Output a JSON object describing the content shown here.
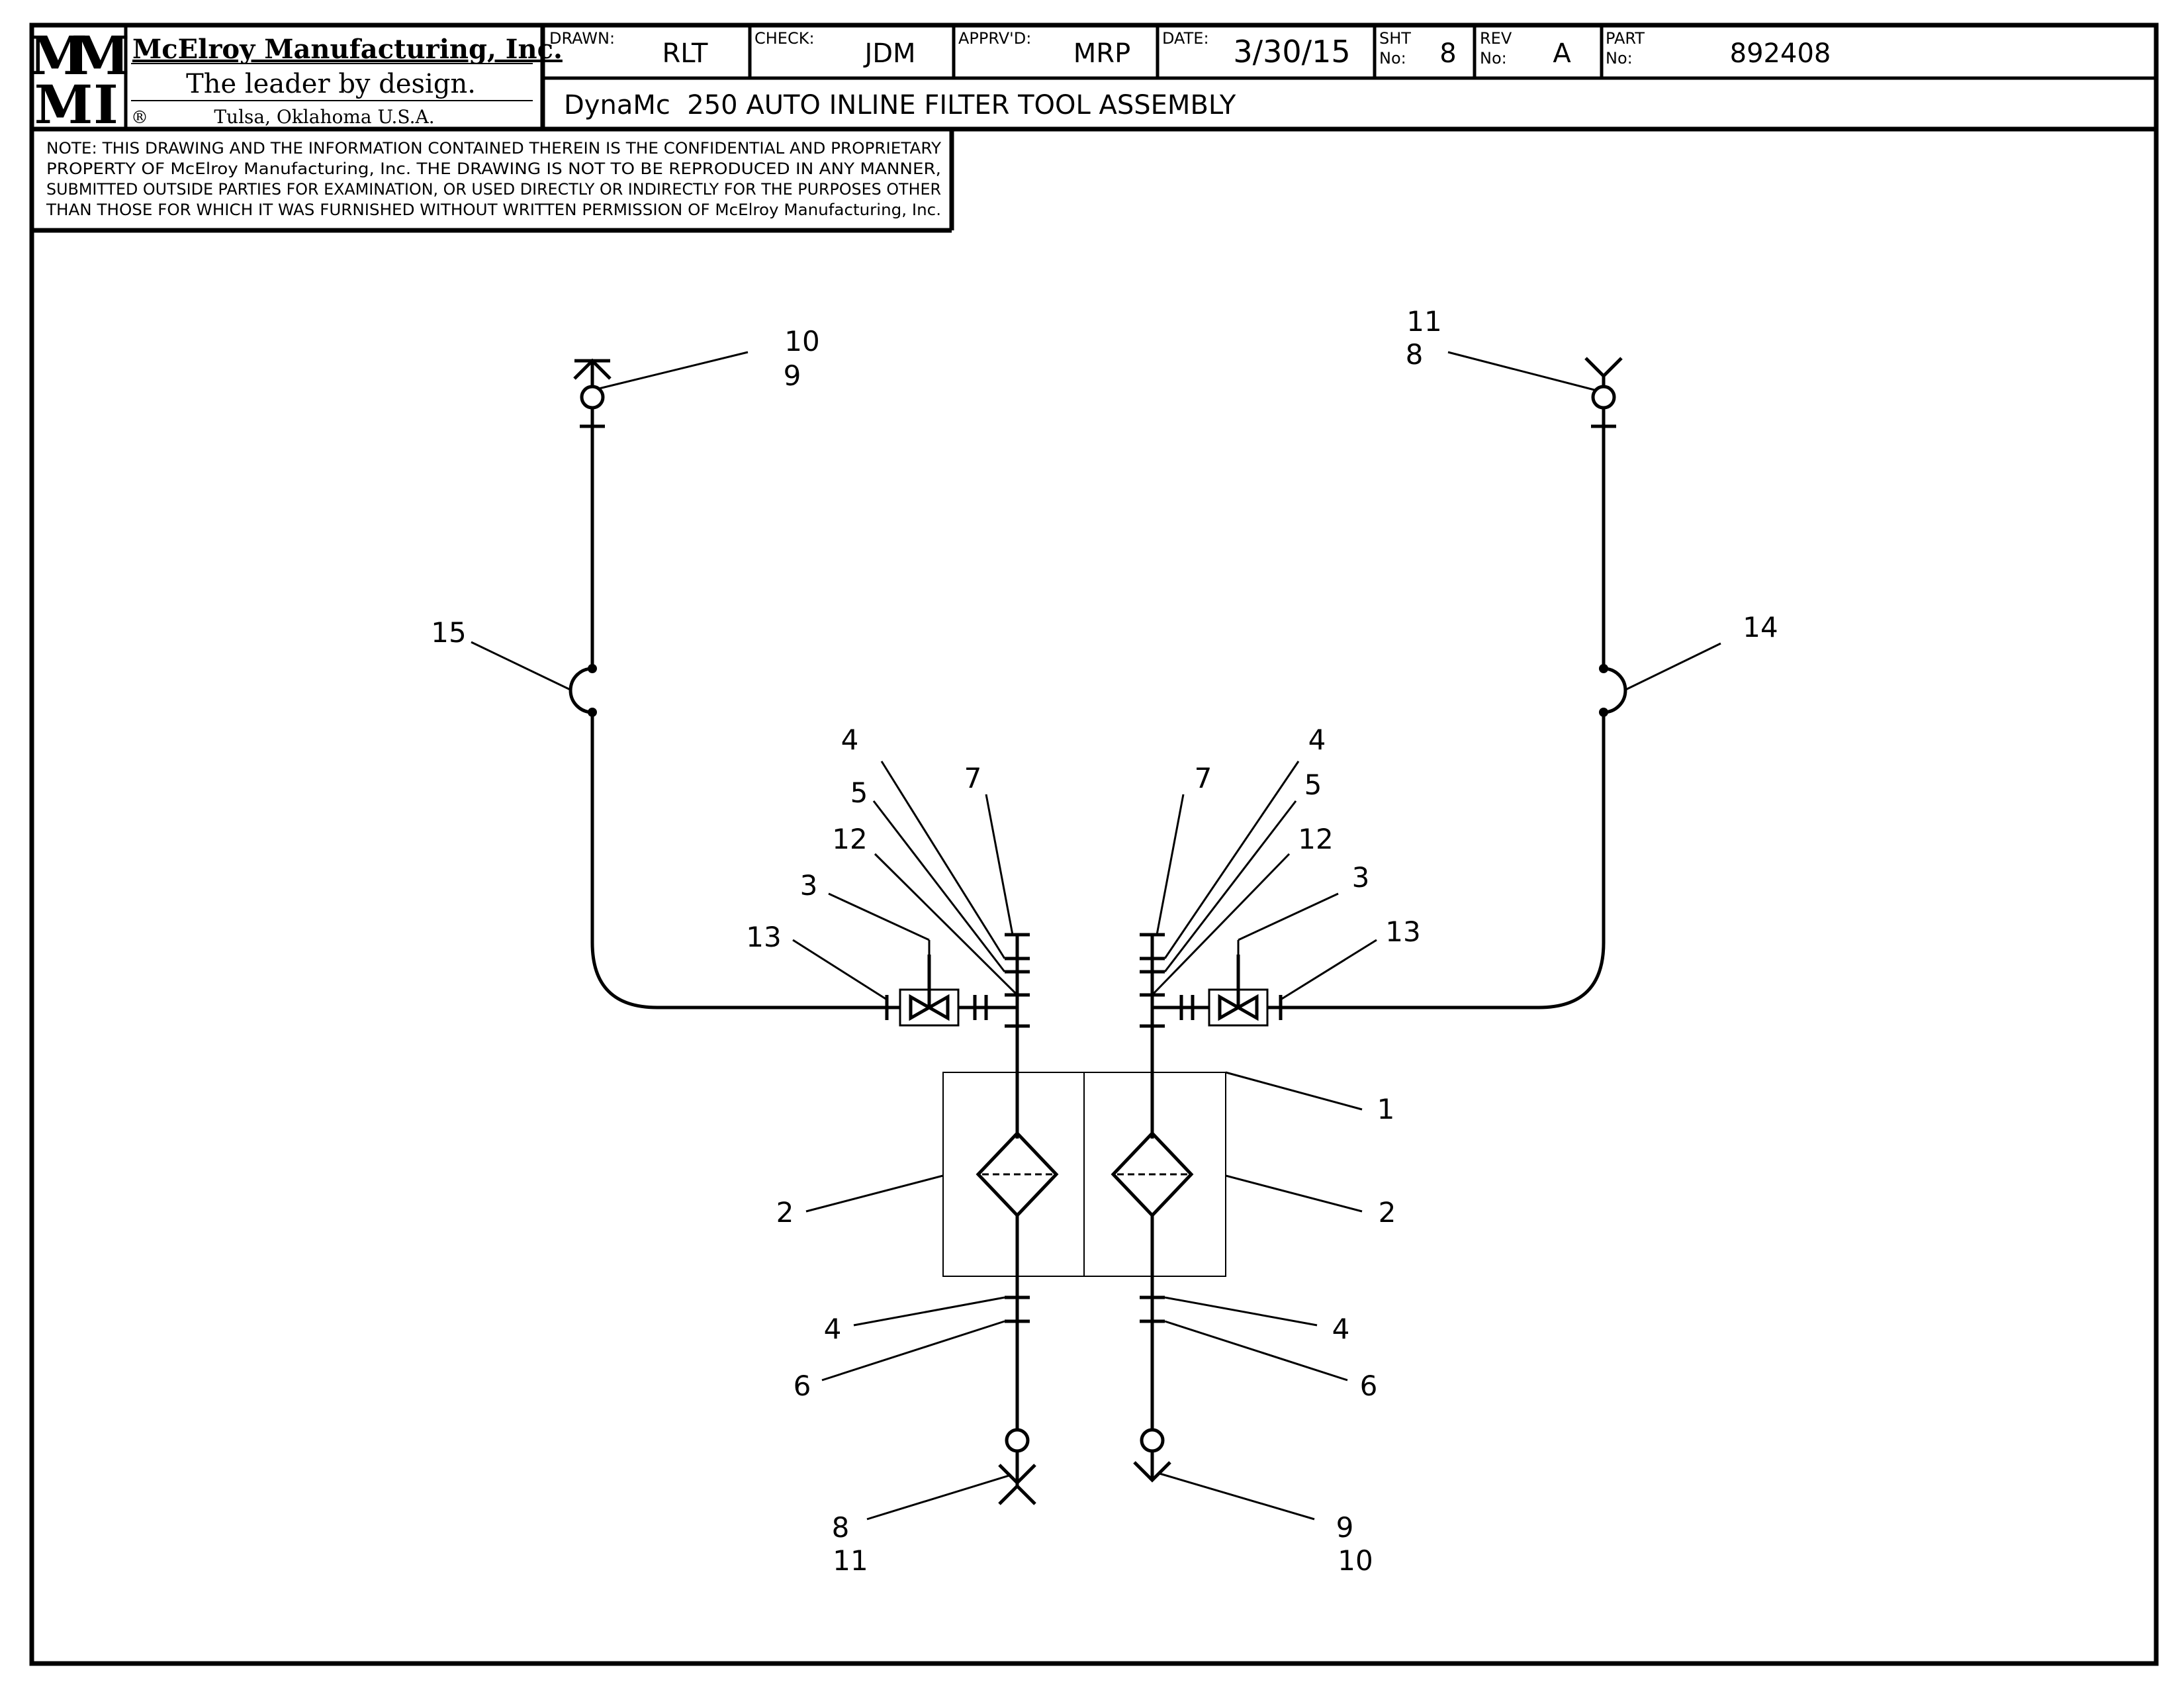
{
  "title_block": {
    "logo_text": [
      "M",
      "M",
      "M",
      "I"
    ],
    "company": "McElroy Manufacturing, Inc.",
    "tagline": "The leader by design.",
    "registered": "®",
    "location": "Tulsa, Oklahoma U.S.A.",
    "drawn_label": "DRAWN:",
    "drawn_value": "RLT",
    "check_label": "CHECK:",
    "check_value": "JDM",
    "apprvd_label": "APPRV'D:",
    "apprvd_value": "MRP",
    "date_label": "DATE:",
    "date_value": "3/30/15",
    "sht_label_1": "SHT",
    "sht_label_2": "No:",
    "sht_value": "8",
    "rev_label_1": "REV",
    "rev_label_2": "No:",
    "rev_value": "A",
    "part_label_1": "PART",
    "part_label_2": "No:",
    "part_value": "892408",
    "drawing_title": "DynaMc  250 AUTO INLINE FILTER TOOL ASSEMBLY"
  },
  "note": {
    "lines": [
      "NOTE: THIS DRAWING AND THE INFORMATION CONTAINED THEREIN IS THE CONFIDENTIAL AND PROPRIETARY",
      "PROPERTY OF McElroy Manufacturing, Inc. THE DRAWING IS NOT TO BE REPRODUCED IN ANY MANNER,",
      "SUBMITTED OUTSIDE PARTIES FOR EXAMINATION, OR USED DIRECTLY OR INDIRECTLY FOR THE PURPOSES OTHER",
      "THAN THOSE FOR WHICH IT WAS FURNISHED WITHOUT WRITTEN PERMISSION OF McElroy Manufacturing, Inc."
    ]
  },
  "callouts": {
    "top_left": [
      "10",
      "9"
    ],
    "top_right": [
      "11",
      "8"
    ],
    "hose_left": "15",
    "hose_right": "14",
    "left_stack": [
      "4",
      "5",
      "12",
      "3",
      "13"
    ],
    "left_seven": "7",
    "right_stack": [
      "4",
      "5",
      "12",
      "3",
      "13"
    ],
    "right_seven": "7",
    "manifold": "1",
    "filter_left": "2",
    "filter_right": "2",
    "bottom_left_fittings": [
      "4",
      "6"
    ],
    "bottom_right_fittings": [
      "4",
      "6"
    ],
    "bottom_left_coupler": [
      "8",
      "11"
    ],
    "bottom_right_coupler": [
      "9",
      "10"
    ]
  }
}
